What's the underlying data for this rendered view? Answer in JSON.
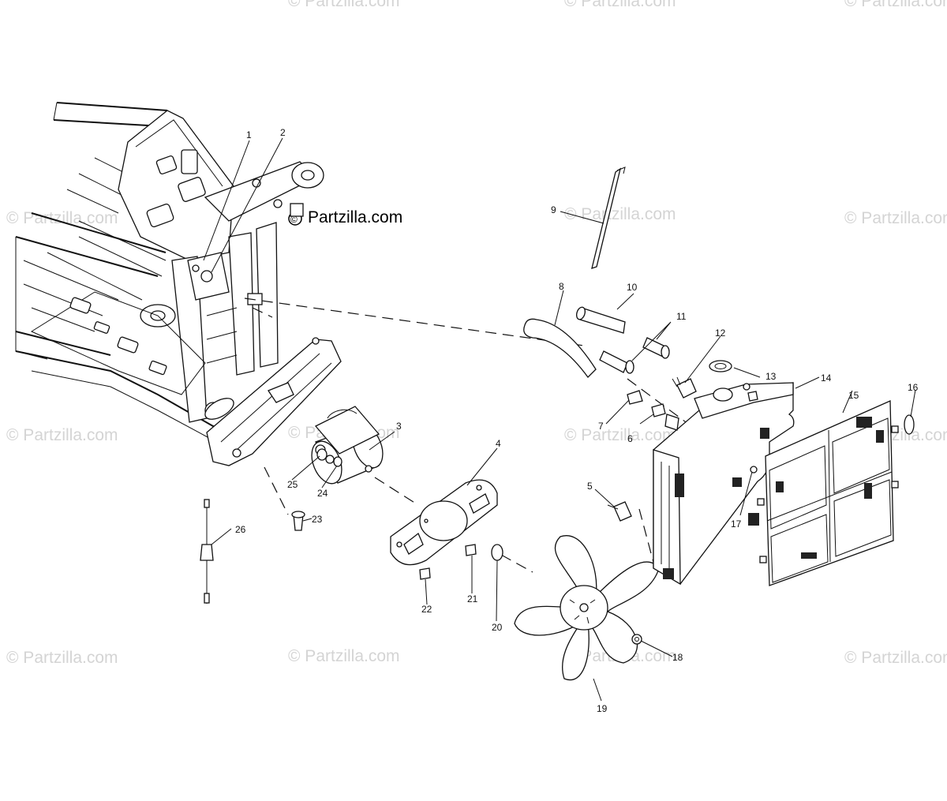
{
  "brand": {
    "symbol": "©",
    "name": "Partzilla.com"
  },
  "watermark": "© Partzilla.com",
  "labels": {
    "l1": "1",
    "l2": "2",
    "l3": "3",
    "l4": "4",
    "l5": "5",
    "l6": "6",
    "l7": "7",
    "l8": "8",
    "l9": "9",
    "l10": "10",
    "l11": "11",
    "l12": "12",
    "l13": "13",
    "l14": "14",
    "l15": "15",
    "l16": "16",
    "l17": "17",
    "l18": "18",
    "l19": "19",
    "l20": "20",
    "l21": "21",
    "l22": "22",
    "l23": "23",
    "l24": "24",
    "l25": "25",
    "l26": "26"
  }
}
